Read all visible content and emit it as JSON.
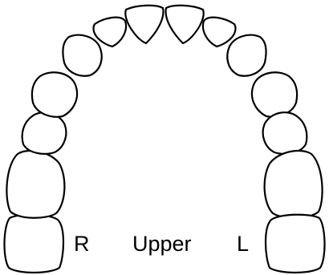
{
  "labels": {
    "right_side": "R",
    "arch": "Upper",
    "left_side": "L"
  },
  "colors": {
    "outline": "#000000",
    "background": "#ffffff"
  }
}
